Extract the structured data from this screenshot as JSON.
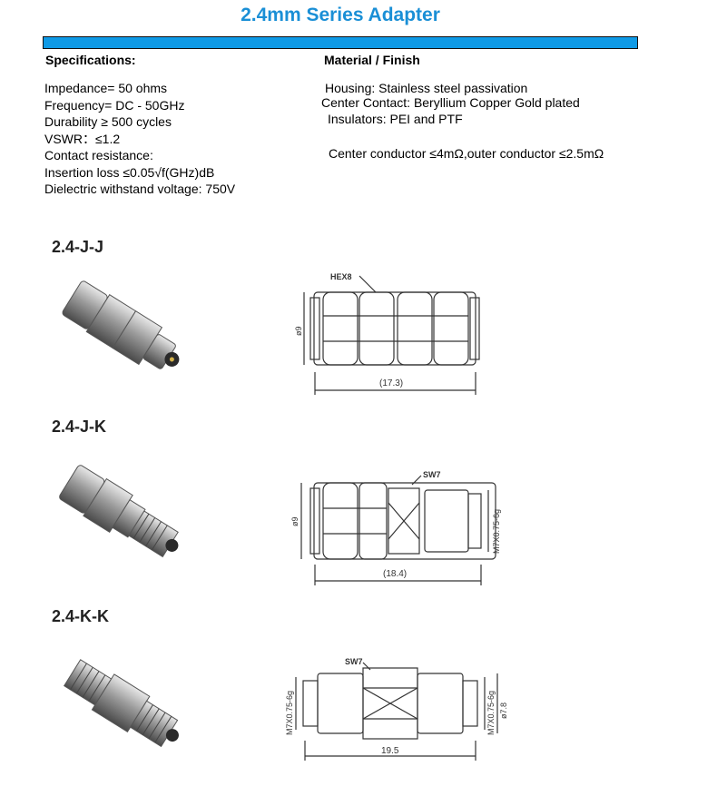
{
  "title": "2.4mm Series Adapter",
  "specifications": {
    "heading": "Specifications:",
    "lines": [
      "Impedance= 50 ohms",
      "Frequency= DC - 50GHz",
      "Durability ≥ 500 cycles",
      "VSWR：≤1.2",
      "Contact resistance:",
      "Insertion loss  ≤0.05√f(GHz)dB",
      "Dielectric withstand voltage: 750V"
    ]
  },
  "material": {
    "heading": "Material / Finish",
    "housing": "Housing: Stainless steel passivation",
    "center_contact": "Center Contact: Beryllium Copper Gold plated",
    "insulators": "Insulators: PEI and PTF",
    "contact_resistance": "Center conductor ≤4mΩ,outer conductor ≤2.5mΩ"
  },
  "models": [
    {
      "name": "2.4-J-J",
      "labels": {
        "hex": "HEX8",
        "dia": "ø9",
        "length": "(17.3)"
      }
    },
    {
      "name": "2.4-J-K",
      "labels": {
        "sw": "SW7",
        "dia": "ø9",
        "thread": "M7X0.75-6g",
        "length": "(18.4)"
      }
    },
    {
      "name": "2.4-K-K",
      "labels": {
        "sw": "SW7",
        "thread_left": "M7X0.75-6g",
        "thread_right": "M7X0.75-6g",
        "dia": "ø7.8",
        "length": "19.5"
      }
    }
  ]
}
